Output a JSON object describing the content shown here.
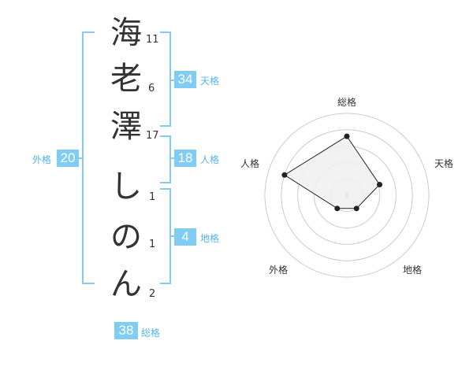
{
  "name": {
    "chars": [
      {
        "char": "海",
        "strokes": "11"
      },
      {
        "char": "老",
        "strokes": "6"
      },
      {
        "char": "澤",
        "strokes": "17"
      },
      {
        "char": "し",
        "strokes": "1"
      },
      {
        "char": "の",
        "strokes": "1"
      },
      {
        "char": "ん",
        "strokes": "2"
      }
    ]
  },
  "grades": {
    "tenkaku": {
      "label": "天格",
      "value": "34"
    },
    "jinkaku": {
      "label": "人格",
      "value": "18"
    },
    "chikaku": {
      "label": "地格",
      "value": "4"
    },
    "gaikaku": {
      "label": "外格",
      "value": "20"
    },
    "soukaku": {
      "label": "総格",
      "value": "38"
    }
  },
  "radar": {
    "axes": [
      "総格",
      "天格",
      "地格",
      "外格",
      "人格"
    ],
    "rings": 5,
    "values": [
      0.72,
      0.42,
      0.2,
      0.2,
      0.8
    ]
  },
  "colors": {
    "accent": "#7fcdf2",
    "accent_text": "#56b4e9",
    "ring": "#cccccc",
    "polygon_fill": "#f0f0f0"
  }
}
